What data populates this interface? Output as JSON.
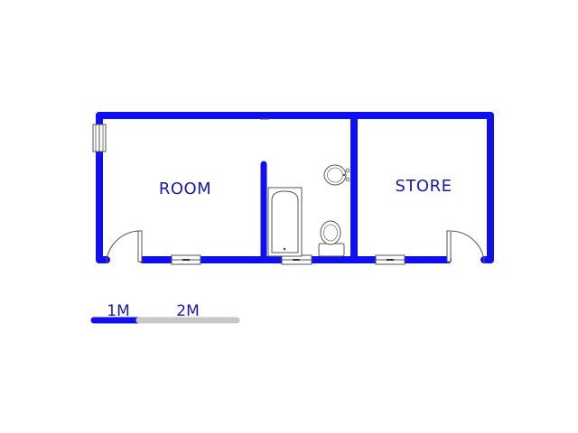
{
  "colors": {
    "wall": "#1010ee",
    "fixture_line": "#555555",
    "scale_light": "#c8c8c8",
    "label": "#1a1aa6"
  },
  "rooms": [
    {
      "id": "room",
      "label": "ROOM"
    },
    {
      "id": "store",
      "label": "STORE"
    }
  ],
  "scale_bar": {
    "label_1": "1M",
    "label_2": "2M"
  }
}
